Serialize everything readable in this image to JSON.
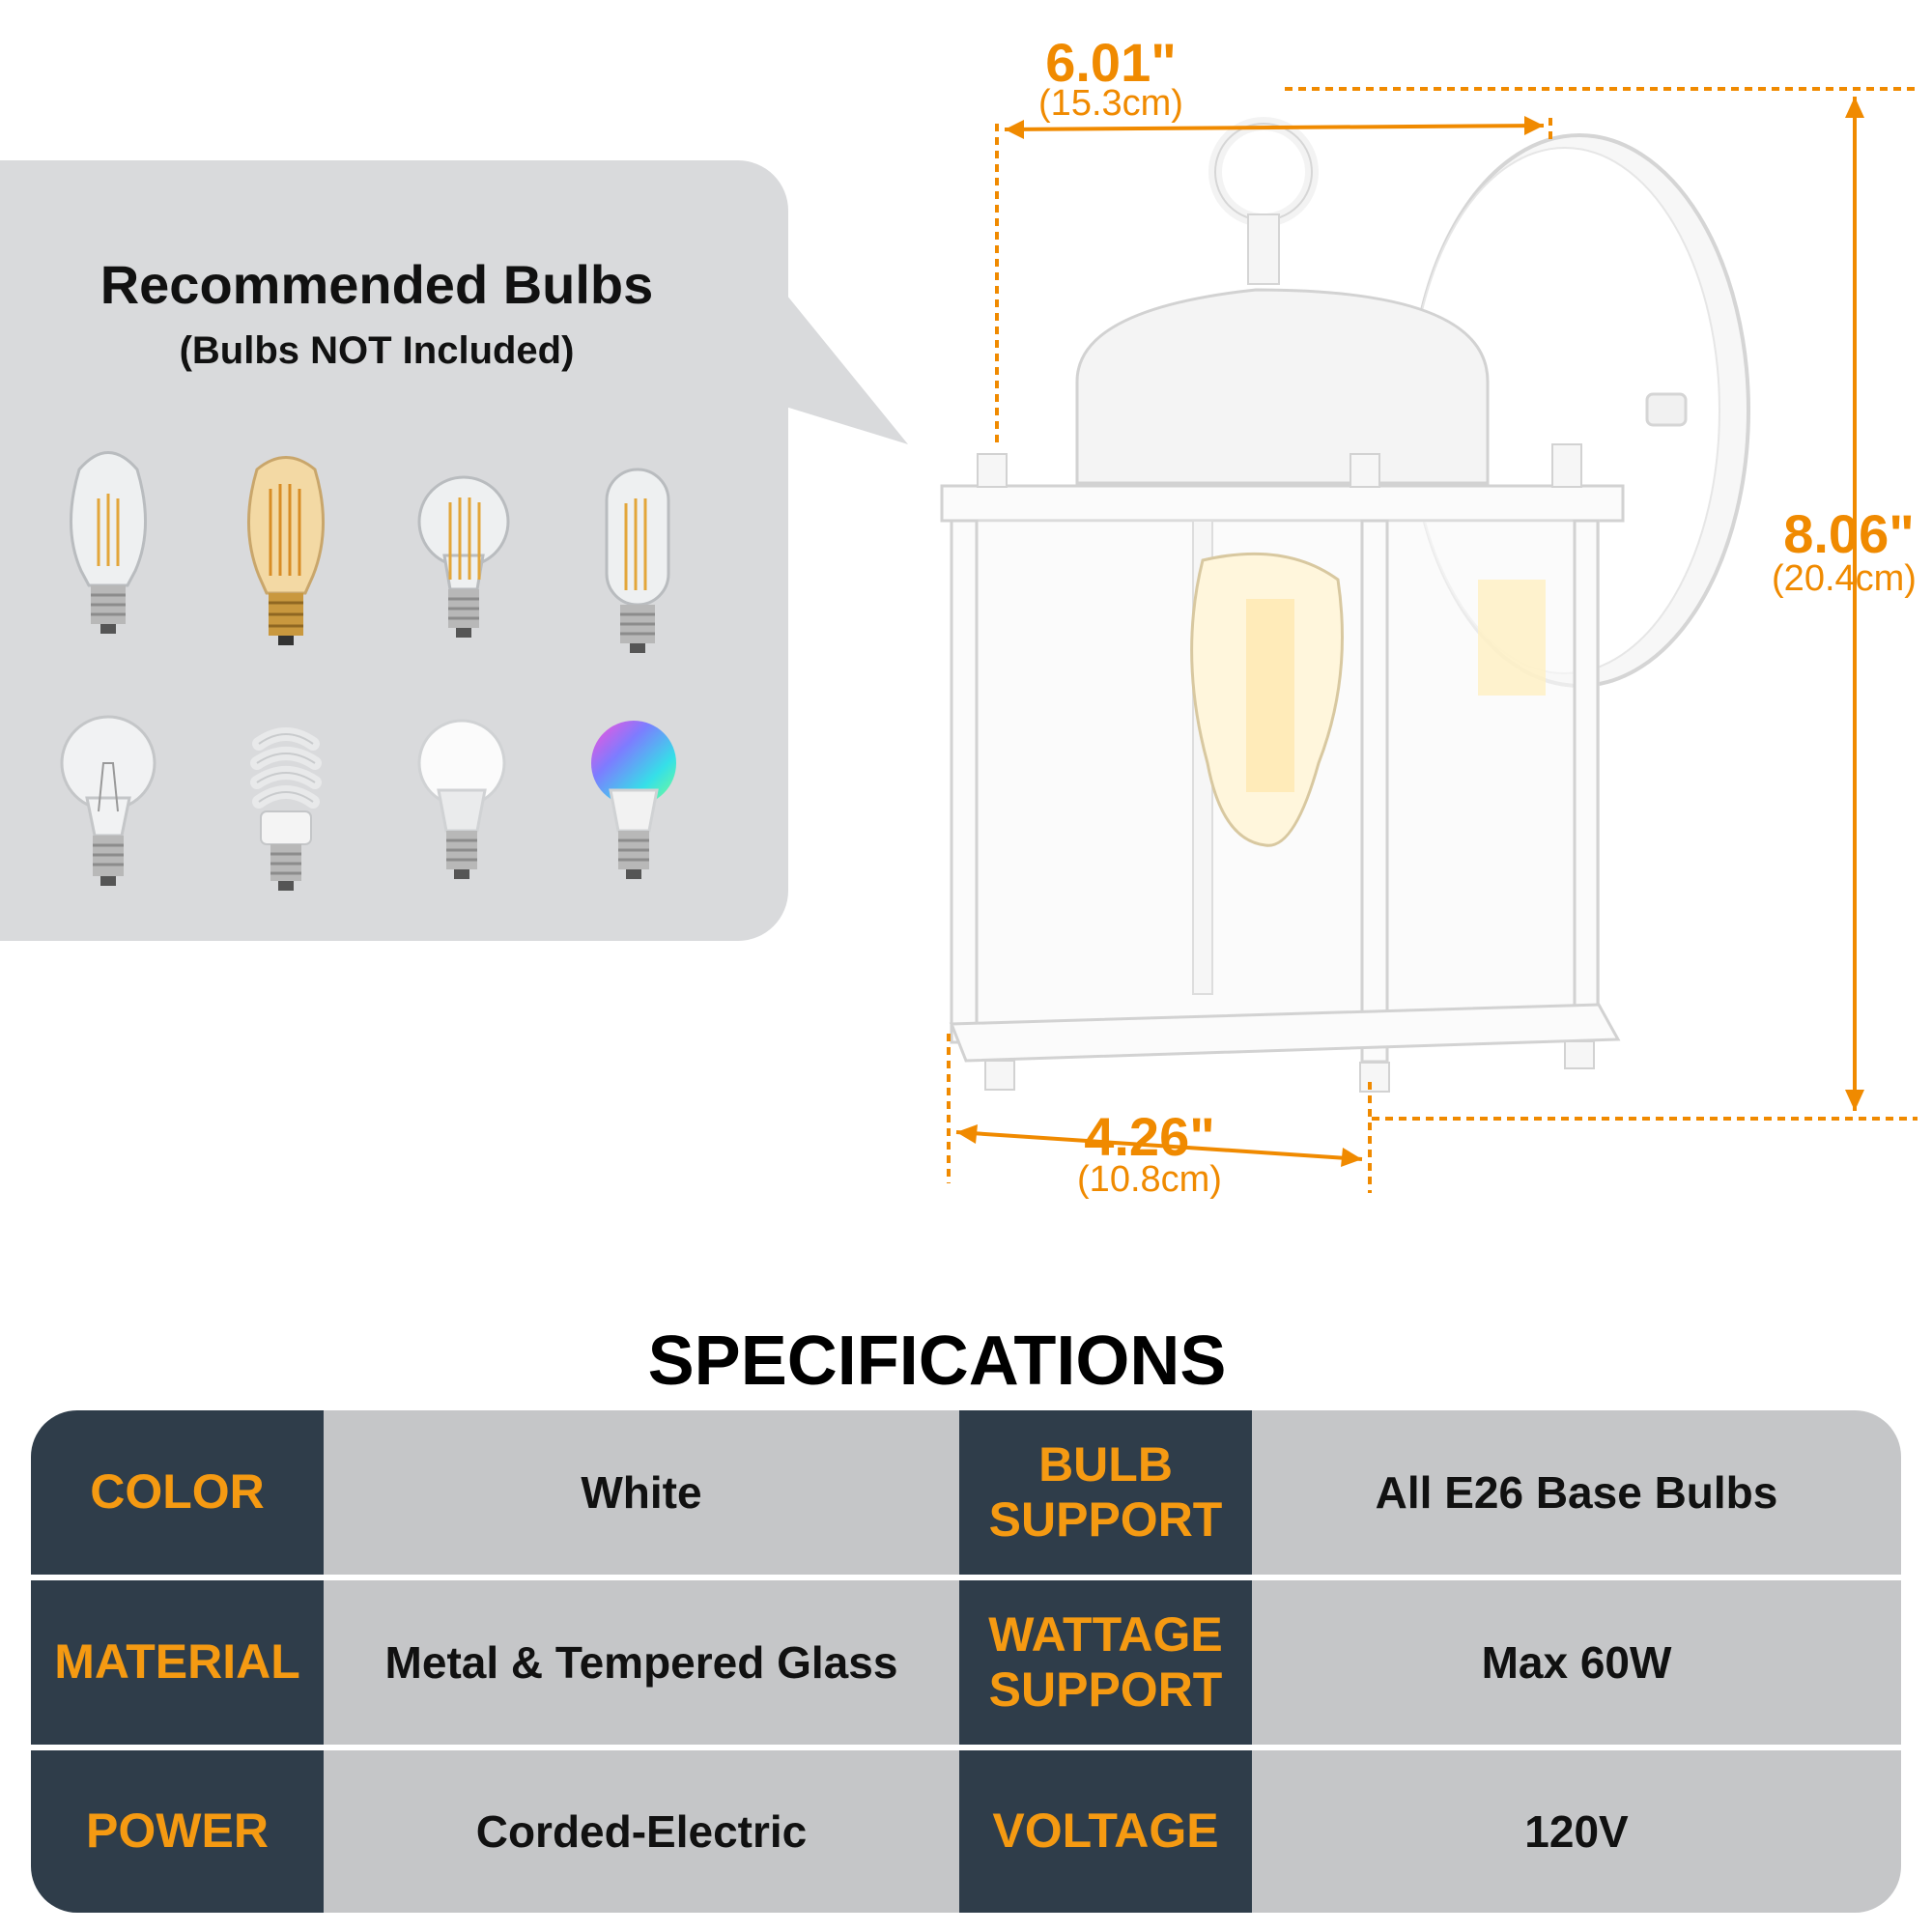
{
  "bulbs_panel": {
    "title": "Recommended Bulbs",
    "subtitle": "(Bulbs NOT Included)",
    "icons": [
      "st64-filament-bulb-icon",
      "edison-amber-bulb-icon",
      "a19-filament-bulb-icon",
      "t45-filament-bulb-icon",
      "incandescent-bulb-icon",
      "cfl-spiral-bulb-icon",
      "led-a19-bulb-icon",
      "rgb-smart-bulb-icon"
    ]
  },
  "dimensions": {
    "width": {
      "in": "6.01\"",
      "cm": "(15.3cm)"
    },
    "height": {
      "in": "8.06\"",
      "cm": "(20.4cm)"
    },
    "depth": {
      "in": "4.26\"",
      "cm": "(10.8cm)"
    },
    "accent_color": "#f08a00"
  },
  "specifications": {
    "title": "SPECIFICATIONS",
    "rows": [
      {
        "label1": "COLOR",
        "value1": "White",
        "label2a": "BULB",
        "label2b": "SUPPORT",
        "value2": "All E26 Base Bulbs"
      },
      {
        "label1": "MATERIAL",
        "value1": "Metal & Tempered Glass",
        "label2a": "WATTAGE",
        "label2b": "SUPPORT",
        "value2": "Max 60W"
      },
      {
        "label1": "POWER",
        "value1": "Corded-Electric",
        "label2a": "VOLTAGE",
        "label2b": "",
        "value2": "120V"
      }
    ],
    "label_bg": "#2f3d4a",
    "label_color": "#f59a12",
    "value_bg": "#c5c6c8"
  }
}
